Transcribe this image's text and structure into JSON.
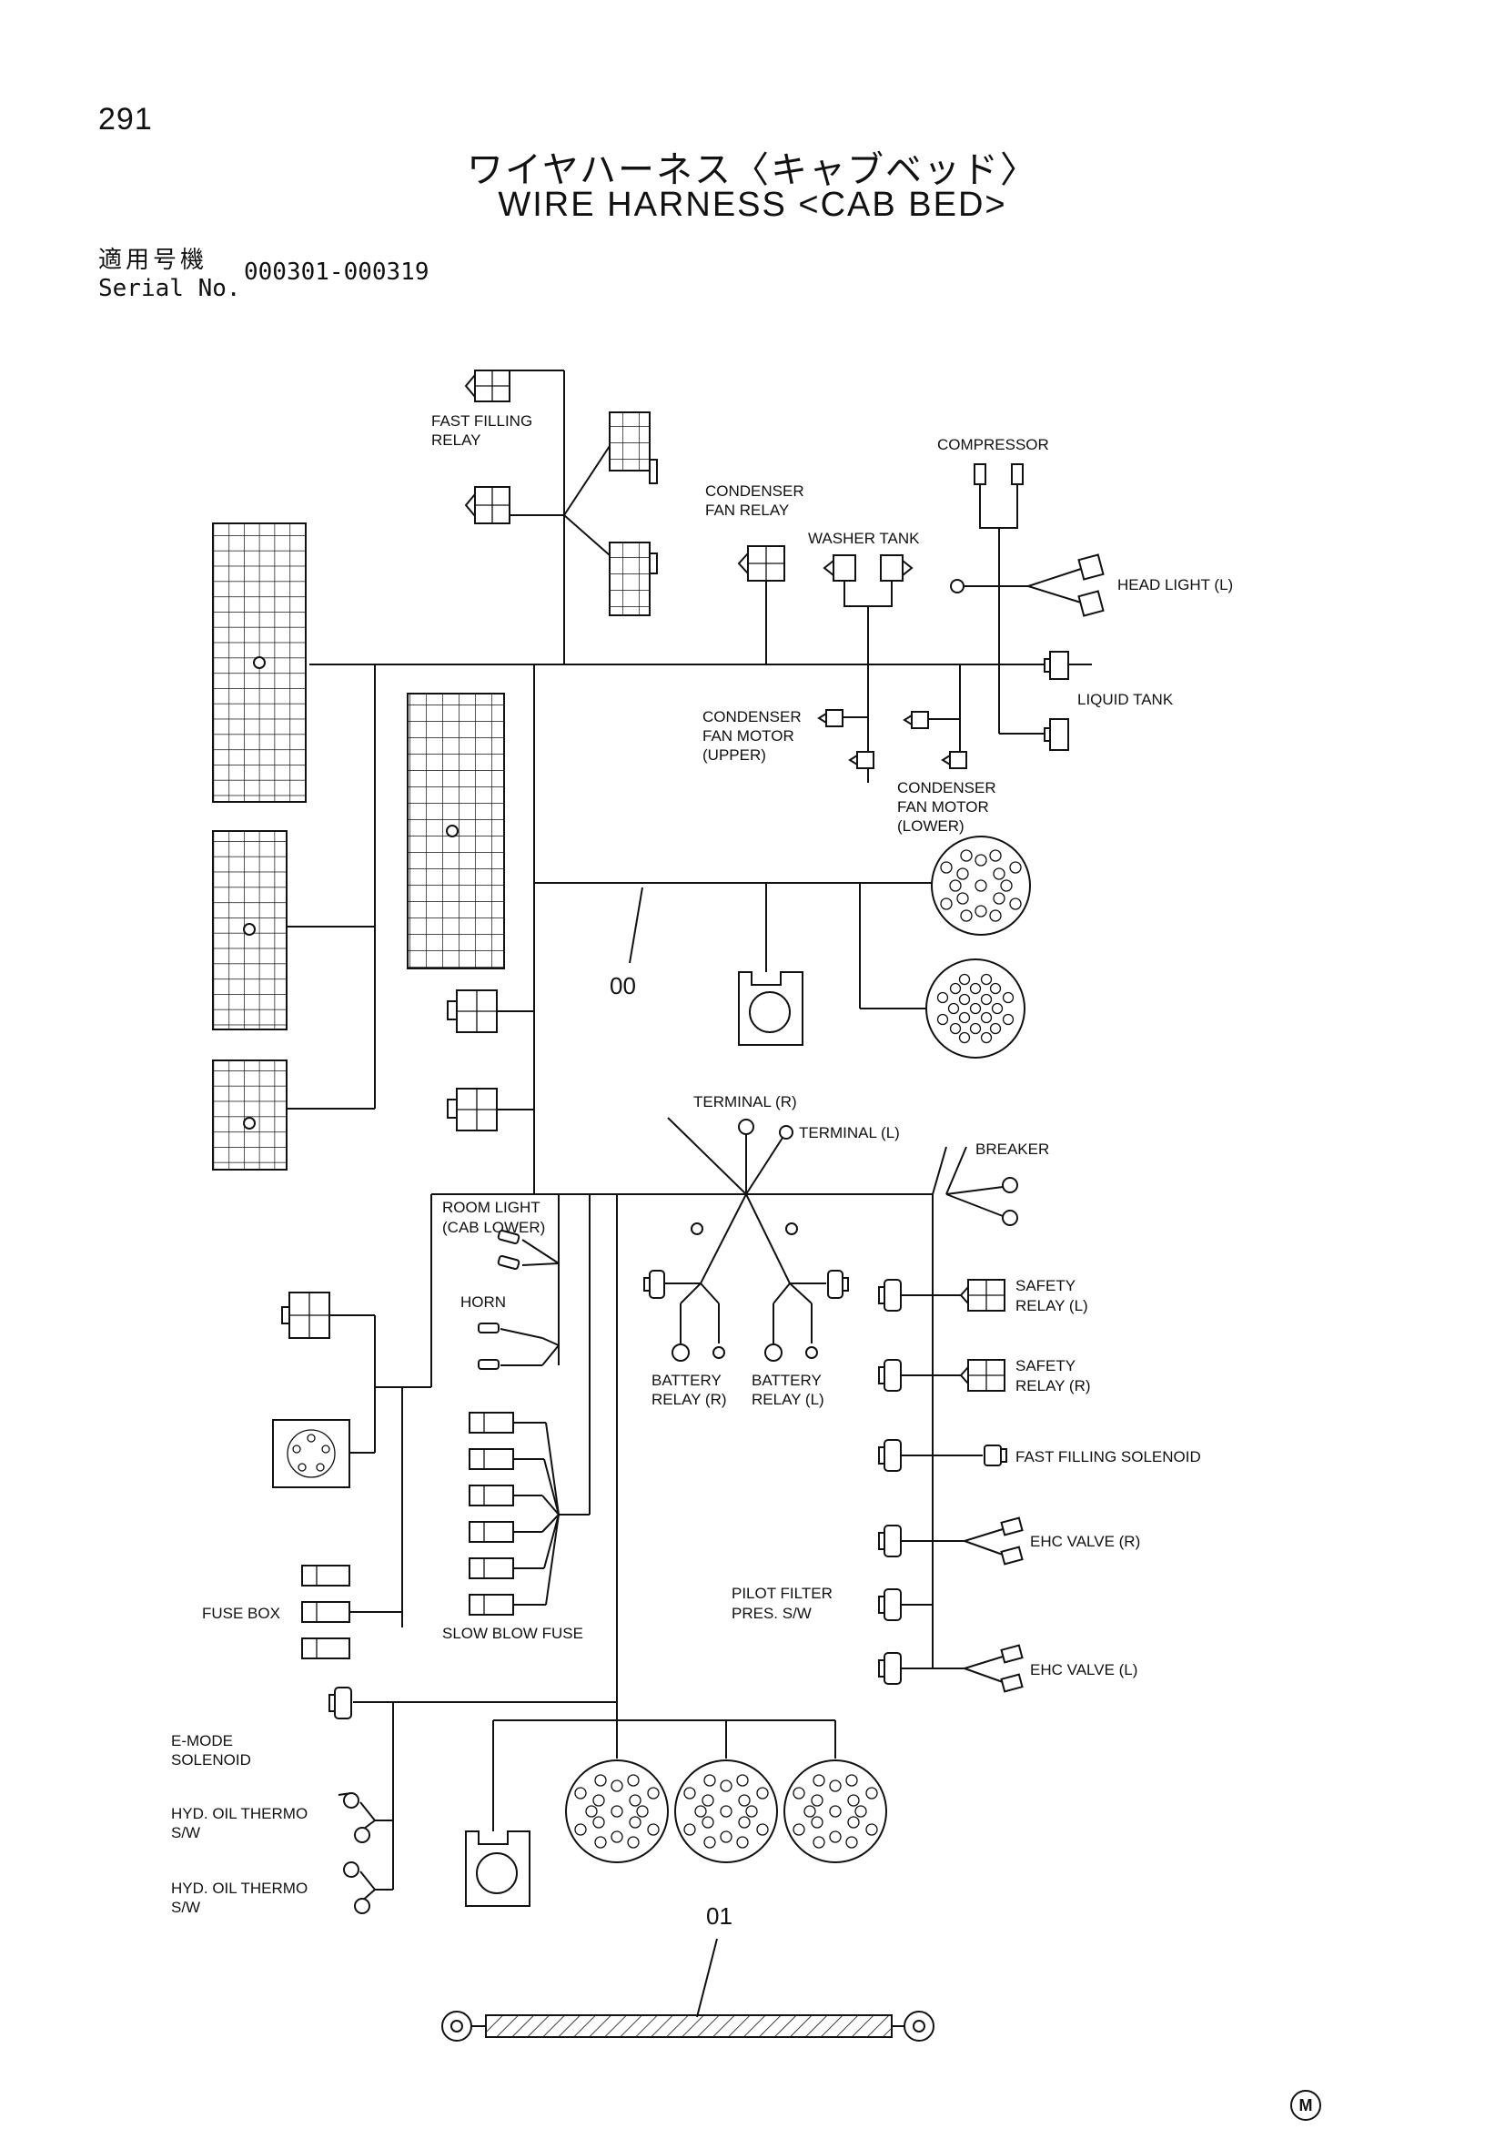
{
  "header": {
    "page_number": "291",
    "title_jp": "ワイヤハーネス〈キャブベッド〉",
    "title_en": "WIRE HARNESS <CAB BED>",
    "serial_label_jp": "適用号機",
    "serial_label_en": "Serial No.",
    "serial_range": "000301-000319"
  },
  "labels": {
    "fast_filling_relay_1": "FAST FILLING",
    "fast_filling_relay_2": "RELAY",
    "compressor": "COMPRESSOR",
    "condenser_fan_relay_1": "CONDENSER",
    "condenser_fan_relay_2": "FAN RELAY",
    "washer_tank": "WASHER TANK",
    "head_light": "HEAD LIGHT (L)",
    "liquid_tank": "LIQUID TANK",
    "cfm_upper_1": "CONDENSER",
    "cfm_upper_2": "FAN MOTOR",
    "cfm_upper_3": "(UPPER)",
    "cfm_lower_1": "CONDENSER",
    "cfm_lower_2": "FAN MOTOR",
    "cfm_lower_3": "(LOWER)",
    "terminal_r": "TERMINAL (R)",
    "terminal_l": "TERMINAL (L)",
    "breaker": "BREAKER",
    "room_light_1": "ROOM LIGHT",
    "room_light_2": "(CAB LOWER)",
    "horn": "HORN",
    "battery_relay_r_1": "BATTERY",
    "battery_relay_r_2": "RELAY (R)",
    "battery_relay_l_1": "BATTERY",
    "battery_relay_l_2": "RELAY (L)",
    "safety_relay_l_1": "SAFETY",
    "safety_relay_l_2": "RELAY (L)",
    "safety_relay_r_1": "SAFETY",
    "safety_relay_r_2": "RELAY (R)",
    "fast_filling_solenoid": "FAST FILLING SOLENOID",
    "ehc_valve_r": "EHC VALVE (R)",
    "ehc_valve_l": "EHC VALVE (L)",
    "pilot_filter_1": "PILOT FILTER",
    "pilot_filter_2": "PRES. S/W",
    "fuse_box": "FUSE BOX",
    "slow_blow_fuse": "SLOW BLOW FUSE",
    "e_mode_1": "E-MODE",
    "e_mode_2": "SOLENOID",
    "hyd_oil_thermo_a_1": "HYD. OIL THERMO",
    "hyd_oil_thermo_a_2": "S/W",
    "hyd_oil_thermo_b_1": "HYD. OIL THERMO",
    "hyd_oil_thermo_b_2": "S/W"
  },
  "parts": {
    "harness_part": "00",
    "ground_cable_part": "01"
  },
  "footer": {
    "mark": "M"
  }
}
